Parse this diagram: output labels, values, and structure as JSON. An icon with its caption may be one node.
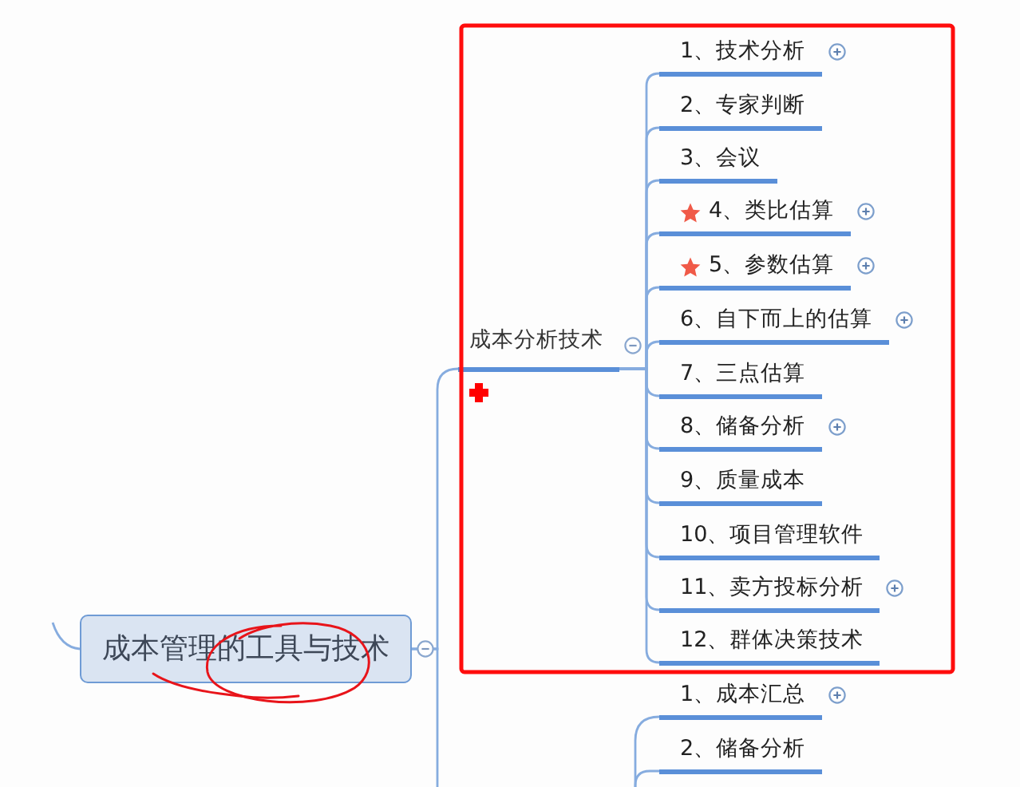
{
  "diagram": {
    "nodes": [
      {
        "text": [
          "成本管理的工具与技术"
        ]
      },
      {
        "text": [
          "成本分析技术"
        ]
      },
      {
        "text": [
          "1、技术分析"
        ]
      },
      {
        "text": [
          "2、专家判断"
        ]
      },
      {
        "text": [
          "3、会议"
        ]
      },
      {
        "text": [
          "4、类比估算"
        ]
      },
      {
        "text": [
          "5、参数估算"
        ]
      },
      {
        "text": [
          "6、自下而上的估算"
        ]
      },
      {
        "text": [
          "7、三点估算"
        ]
      },
      {
        "text": [
          "8、储备分析"
        ]
      },
      {
        "text": [
          "9、质量成本"
        ]
      },
      {
        "text": [
          "10、项目管理软件"
        ]
      },
      {
        "text": [
          "11、卖方投标分析"
        ]
      },
      {
        "text": [
          "12、群体决策技术"
        ]
      },
      {
        "text": [
          "1、成本汇总"
        ]
      },
      {
        "text": [
          "2、储备分析"
        ]
      }
    ],
    "edges": [
      {
        "from": null,
        "to": 0,
        "arrow": "none"
      },
      {
        "from": 0,
        "to": 1,
        "arrow": "none"
      },
      {
        "from": 1,
        "to": 2,
        "arrow": "none"
      },
      {
        "from": 1,
        "to": 3,
        "arrow": "none"
      },
      {
        "from": 1,
        "to": 4,
        "arrow": "none"
      },
      {
        "from": 1,
        "to": 5,
        "arrow": "none"
      },
      {
        "from": 1,
        "to": 6,
        "arrow": "none"
      },
      {
        "from": 1,
        "to": 7,
        "arrow": "none"
      },
      {
        "from": 1,
        "to": 8,
        "arrow": "none"
      },
      {
        "from": 1,
        "to": 9,
        "arrow": "none"
      },
      {
        "from": 1,
        "to": 10,
        "arrow": "none"
      },
      {
        "from": 1,
        "to": 11,
        "arrow": "none"
      },
      {
        "from": 1,
        "to": 12,
        "arrow": "none"
      },
      {
        "from": 1,
        "to": 13,
        "arrow": "none"
      },
      {
        "from": 0,
        "to": null,
        "arrow": "none"
      },
      {
        "from": null,
        "to": 14,
        "arrow": "none"
      },
      {
        "from": null,
        "to": 15,
        "arrow": "none"
      }
    ]
  }
}
